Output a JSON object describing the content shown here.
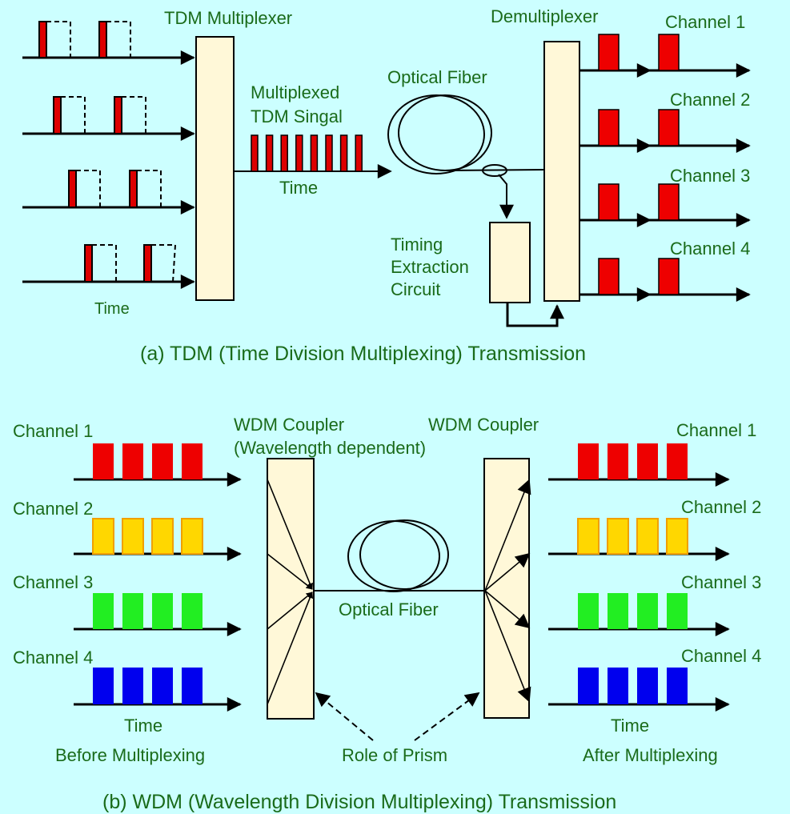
{
  "colors": {
    "background": "#ccffff",
    "label": "#1a6b1a",
    "box_fill": "#fff8d8",
    "tdm_pulse": "#dd0000",
    "ch1": "#ee0000",
    "ch2": "#ffd700",
    "ch3": "#22ee22",
    "ch4": "#0000ee"
  },
  "tdm": {
    "mux_label": "TDM Multiplexer",
    "demux_label": "Demultiplexer",
    "muxed_line1": "Multiplexed",
    "muxed_line2": "TDM Singal",
    "time_mid": "Time",
    "time_left": "Time",
    "fiber_label": "Optical Fiber",
    "timing_line1": "Timing",
    "timing_line2": "Extraction",
    "timing_line3": "Circuit",
    "channels": [
      "Channel 1",
      "Channel 2",
      "Channel 3",
      "Channel 4"
    ],
    "caption": "(a)  TDM (Time Division Multiplexing) Transmission"
  },
  "wdm": {
    "coupler_left_line1": "WDM Coupler",
    "coupler_left_line2": "(Wavelength dependent)",
    "coupler_right": "WDM Coupler",
    "fiber_label": "Optical Fiber",
    "channels_left": [
      "Channel 1",
      "Channel 2",
      "Channel 3",
      "Channel 4"
    ],
    "channels_right": [
      "Channel 1",
      "Channel 2",
      "Channel 3",
      "Channel 4"
    ],
    "time_left": "Time",
    "before_label": "Before Multiplexing",
    "time_right": "Time",
    "after_label": "After Multiplexing",
    "prism_label": "Role of Prism",
    "caption": "(b) WDM (Wavelength Division Multiplexing) Transmission"
  }
}
